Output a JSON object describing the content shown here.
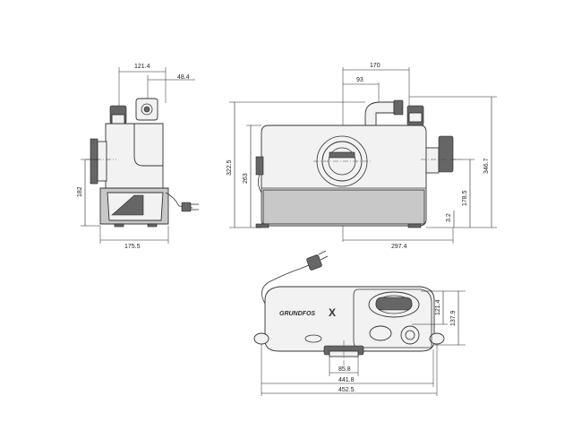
{
  "dimensions": {
    "side_width_top": "121.4",
    "side_outlet_offset": "48.4",
    "side_height": "182",
    "side_base_width": "175.5",
    "front_width_top": "170",
    "front_inlet_offset": "93",
    "front_total_height_left": "322.5",
    "front_body_height": "263",
    "front_right_height": "346.7",
    "front_inlet_height": "178.5",
    "front_foot_height": "3.2",
    "front_base_width": "297.4",
    "top_depth_a": "121.4",
    "top_depth_b": "137.9",
    "top_outlet_width": "85.8",
    "top_width_a": "441.8",
    "top_width_b": "452.5"
  },
  "logo": {
    "text": "GRUNDFOS",
    "mark": "X"
  }
}
